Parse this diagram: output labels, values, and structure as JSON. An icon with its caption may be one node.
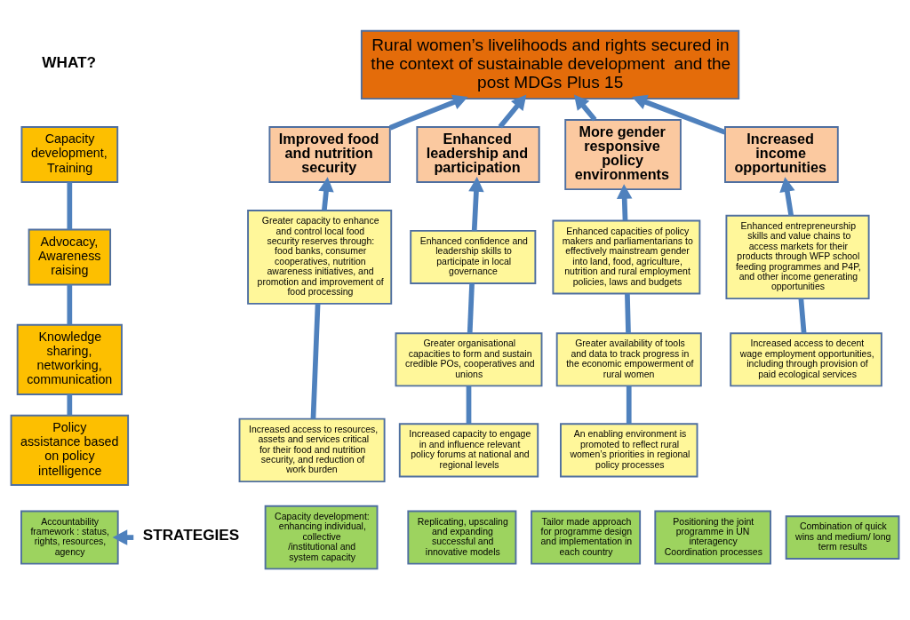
{
  "diagram": {
    "nodes": [
      {
        "text": [
          "Rural women’s livelihoods and rights secured in the context of sustainable development  and the post MDGs Plus 15"
        ]
      },
      {
        "text": [
          "Improved food and nutrition security"
        ]
      },
      {
        "text": [
          "Increased income opportunities"
        ]
      },
      {
        "text": [
          "Enhanced leadership and participation"
        ]
      },
      {
        "text": [
          "More gender responsive policy environments"
        ]
      },
      {
        "text": [
          "Greater capacity to enhance and control local food security reserves through: food banks, consumer cooperatives, nutrition awareness initiatives, and promotion and improvement of food processing"
        ]
      },
      {
        "text": [
          "Increased access to resources, assets and services critical for their food and nutrition security, and reduction of work burden"
        ]
      },
      {
        "text": [
          "Enhanced entrepreneurship skills and value chains to access markets for their products through WFP school feeding programmes and P4P, and other income generating opportunities"
        ]
      },
      {
        "text": [
          "Increased access to decent wage employment opportunities, including through provision of paid ecological services"
        ]
      },
      {
        "text": [
          "Enhanced confidence and leadership skills to participate in local governance"
        ]
      },
      {
        "text": [
          "Greater organisational capacities to form and sustain credible POs, cooperatives and unions"
        ]
      },
      {
        "text": [
          "Increased capacity to engage in and influence relevant policy forums at national and regional levels"
        ]
      },
      {
        "text": [
          "Enhanced capacities of policy makers and parliamentarians to effectively mainstream gender into land, food, agriculture, nutrition and rural employment policies, laws and budgets"
        ]
      },
      {
        "text": [
          "Greater availability of tools and data to track progress in the economic empowerment of rural women"
        ]
      },
      {
        "text": [
          "An enabling environment is promoted to reflect rural women’s priorities in regional policy processes"
        ]
      },
      {
        "text": [
          "Capacity development, Training"
        ]
      },
      {
        "text": [
          "Advocacy, Awareness raising"
        ]
      },
      {
        "text": [
          "Knowledge  sharing, networking, communication"
        ]
      },
      {
        "text": [
          "Policy assistance based on policy intelligence"
        ]
      },
      {
        "text": [
          "STRATEGIES"
        ]
      },
      {
        "text": [
          "Accountability framework : status, rights, resources, agency"
        ]
      },
      {
        "text": [
          "Capacity development: enhancing individual, collective /institutional and system capacity"
        ]
      },
      {
        "text": [
          "Combination of quick wins and medium/ long term results"
        ]
      },
      {
        "text": [
          "Replicating, upscaling and expanding successful and innovative models"
        ]
      },
      {
        "text": [
          "Tailor made approach for programme design and implementation in each country"
        ]
      },
      {
        "text": [
          "Positioning the joint programme in UN interagency Coordination processes"
        ]
      }
    ],
    "edges": [
      {
        "from": 1,
        "to": 0,
        "arrow": "to"
      },
      {
        "from": 2,
        "to": 0,
        "arrow": "to"
      },
      {
        "from": 3,
        "to": 0,
        "arrow": "to"
      },
      {
        "from": 4,
        "to": 0,
        "arrow": "to"
      },
      {
        "from": 5,
        "to": 1,
        "arrow": "to"
      },
      {
        "from": 6,
        "to": 5,
        "arrow": "none"
      },
      {
        "from": 7,
        "to": 2,
        "arrow": "to"
      },
      {
        "from": 8,
        "to": 7,
        "arrow": "none"
      },
      {
        "from": 9,
        "to": 3,
        "arrow": "to"
      },
      {
        "from": 10,
        "to": 9,
        "arrow": "none"
      },
      {
        "from": 11,
        "to": 10,
        "arrow": "none"
      },
      {
        "from": 12,
        "to": 4,
        "arrow": "to"
      },
      {
        "from": 13,
        "to": 12,
        "arrow": "none"
      },
      {
        "from": 14,
        "to": 13,
        "arrow": "none"
      },
      {
        "from": 16,
        "to": 15,
        "arrow": "none"
      },
      {
        "from": 17,
        "to": 16,
        "arrow": "none"
      },
      {
        "from": 18,
        "to": 17,
        "arrow": "none"
      },
      {
        "from": 19,
        "to": 20,
        "arrow": "to"
      }
    ],
    "labels": [
      "WHAT?"
    ]
  }
}
